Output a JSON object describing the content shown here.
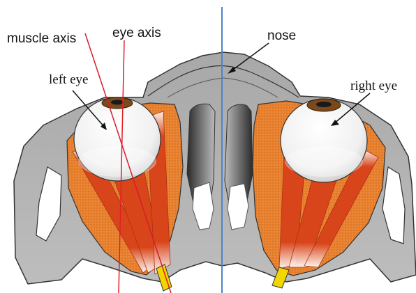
{
  "labels": {
    "muscle_axis": "muscle axis",
    "eye_axis": "eye axis",
    "nose": "nose",
    "left_eye": "left eye",
    "right_eye": "right eye"
  },
  "colors": {
    "skull": "#b7b7b7",
    "skull_outline": "#333333",
    "orbit_fat": "#e8802e",
    "muscle": "#d9451a",
    "iris": "#7a4a1c",
    "optic_nerve": "#f2d600",
    "eye_axis_line": "#e0202a",
    "muscle_axis_line": "#d81c2a",
    "midline": "#4a86c8"
  },
  "icons": [
    "skull-shape",
    "left-eyeball",
    "right-eyeball",
    "nasal-cavity",
    "optic-nerve"
  ]
}
